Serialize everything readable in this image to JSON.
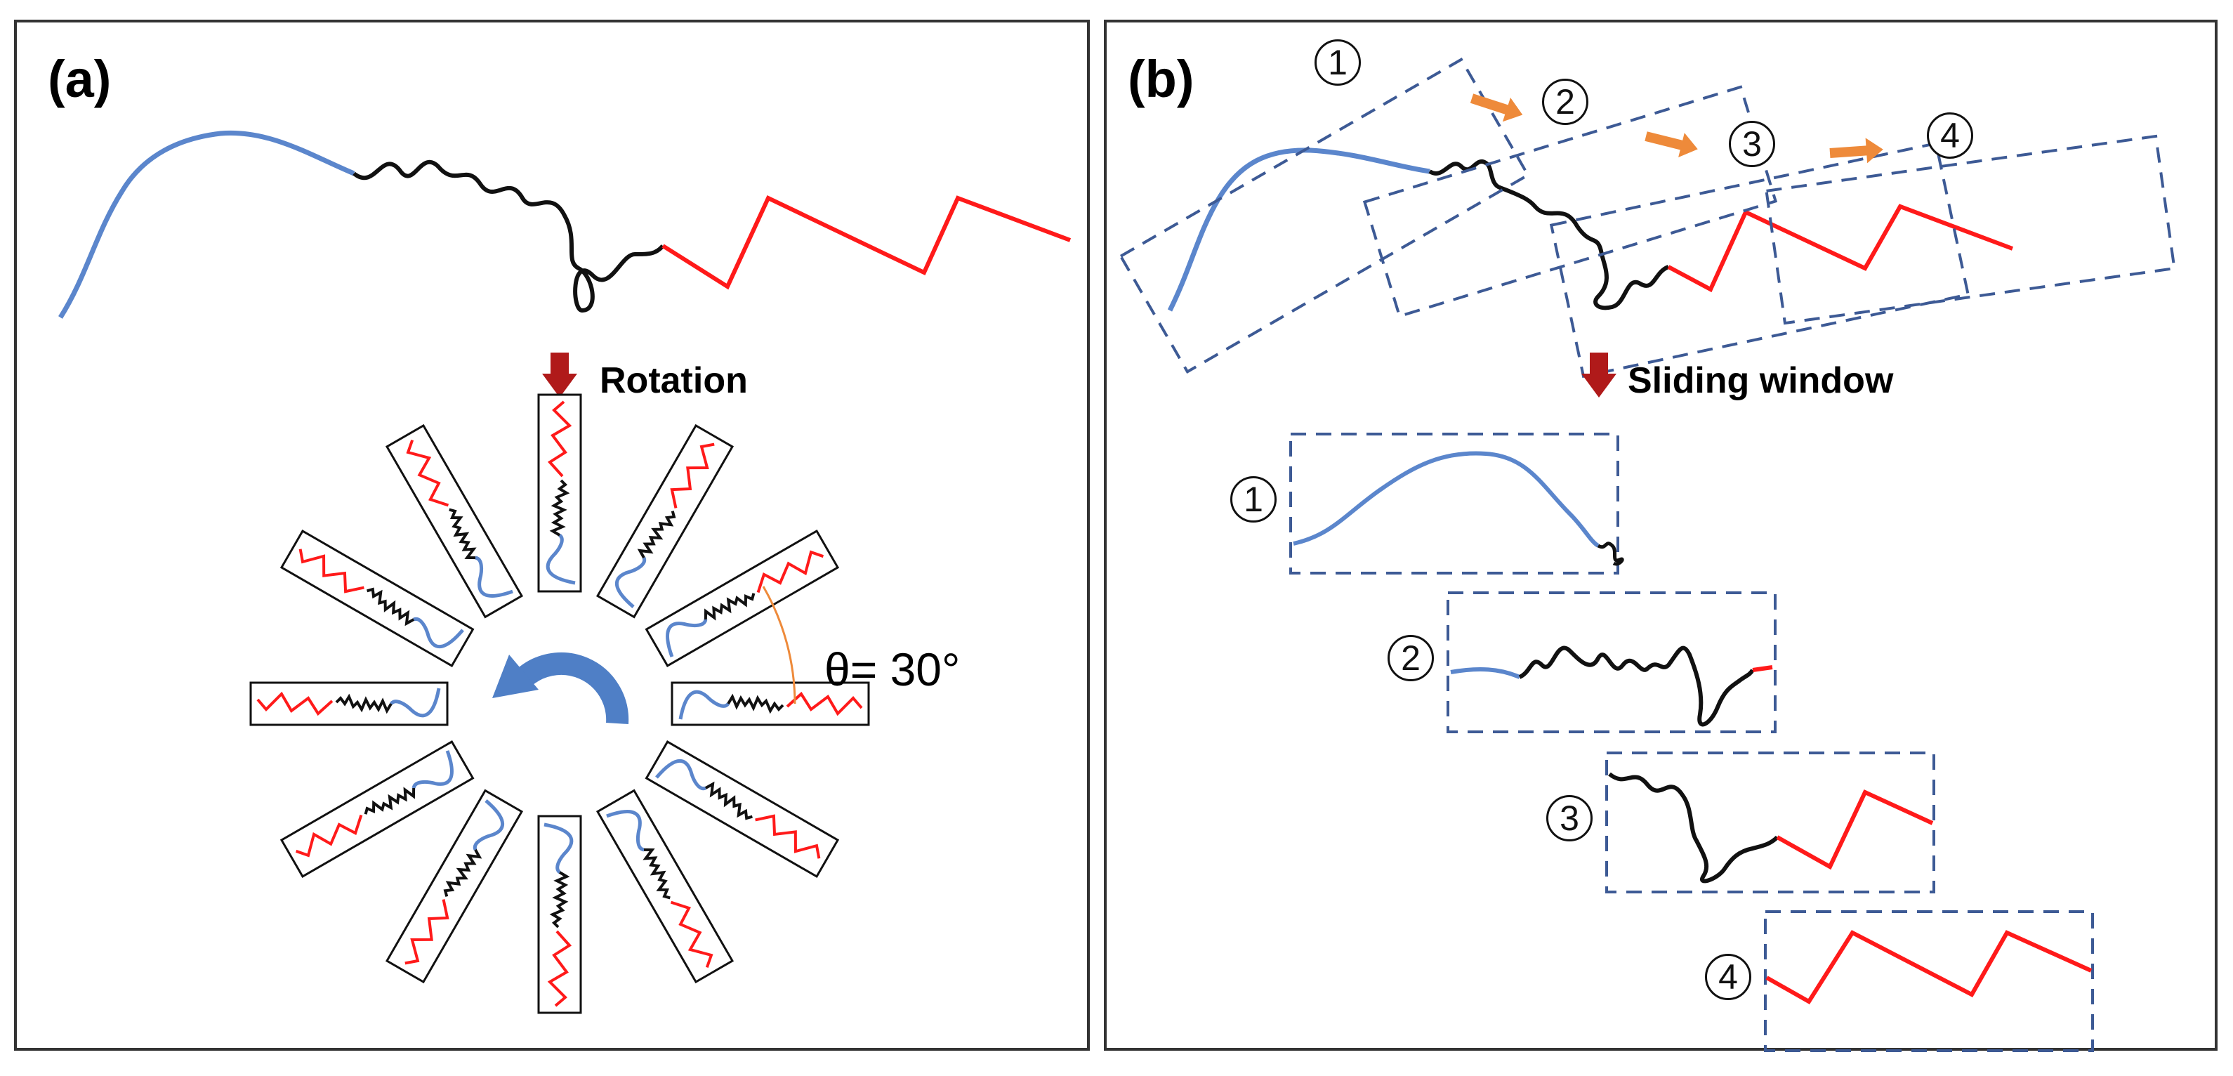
{
  "panel_a": {
    "label": "(a)",
    "caption": "Rotation",
    "angle_label": "θ= 30°"
  },
  "panel_b": {
    "label": "(b)",
    "caption": "Sliding window",
    "window_numbers": [
      "1",
      "2",
      "3",
      "4"
    ]
  },
  "colors": {
    "smooth_segment": "#5b86cc",
    "noisy_segment": "#111111",
    "zigzag_segment": "#ff1a1a",
    "arrow_dark_red": "#b01a1a",
    "arrow_orange": "#ee8a3a",
    "window_border": "#3d5a95",
    "rotation_arrow": "#4f7fc6",
    "angle_arc": "#ee8a3a"
  }
}
